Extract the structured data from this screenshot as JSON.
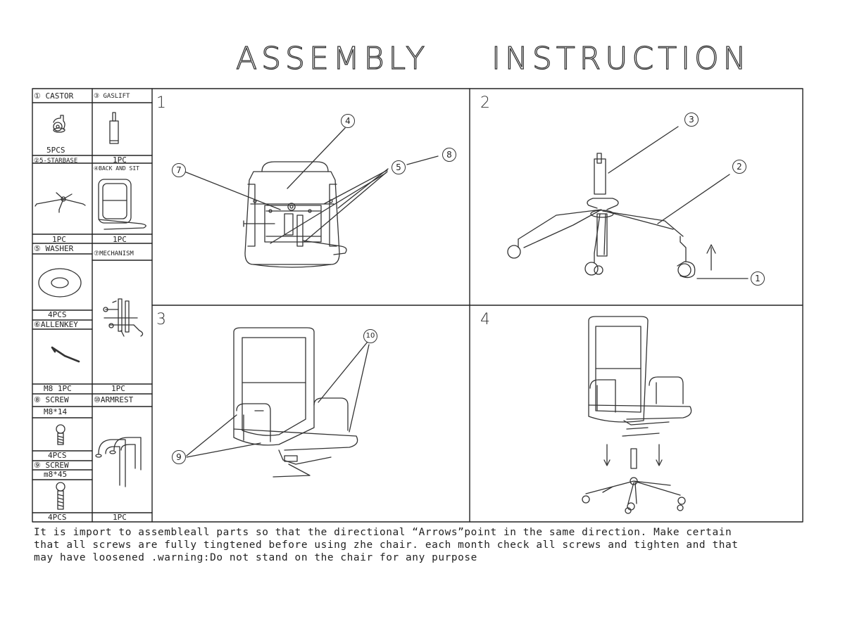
{
  "title": {
    "word1": "ASSEMBLY",
    "word2": "INSTRUCTION"
  },
  "parts": {
    "castor": {
      "label": "① CASTOR",
      "qty": "5PCS"
    },
    "gaslift": {
      "label": "③ GASLIFT",
      "qty": "1PC"
    },
    "starbase": {
      "label": "②5-STARBASE",
      "qty": "1PC"
    },
    "backseat": {
      "label": "④BACK AND SIT",
      "qty": "1PC"
    },
    "washer": {
      "label": "⑤ WASHER",
      "qty": "4PCS"
    },
    "mechanism": {
      "label": "⑦MECHANISM",
      "qty": "1PC"
    },
    "allenkey": {
      "label": "⑥ALLENKEY",
      "qty": "M8   1PC"
    },
    "screw8": {
      "label": "⑧ SCREW",
      "size": "M8*14",
      "qty": "4PCS"
    },
    "armrest": {
      "label": "⑩ARMREST",
      "qty": "1PC"
    },
    "screw9": {
      "label": "⑨ SCREW",
      "size": "m8*45",
      "qty": "4PCS"
    }
  },
  "steps": [
    "1",
    "2",
    "3",
    "4"
  ],
  "callouts": {
    "s1": {
      "c4": "4",
      "c7": "7",
      "c5": "5",
      "c8": "8"
    },
    "s2": {
      "c3": "3",
      "c2": "2",
      "c1": "1"
    },
    "s3": {
      "c10": "10",
      "c9": "9"
    }
  },
  "notes": {
    "line1": "It is import to   assembleall  parts so that the directional “Arrows”point in the same direction. Make certain",
    "line2": "that all screws are fully tingtened before using zhe chair. each month check all screws and tighten and that",
    "line3": "may have loosened .warning:Do not stand on the chair for any purpose"
  }
}
